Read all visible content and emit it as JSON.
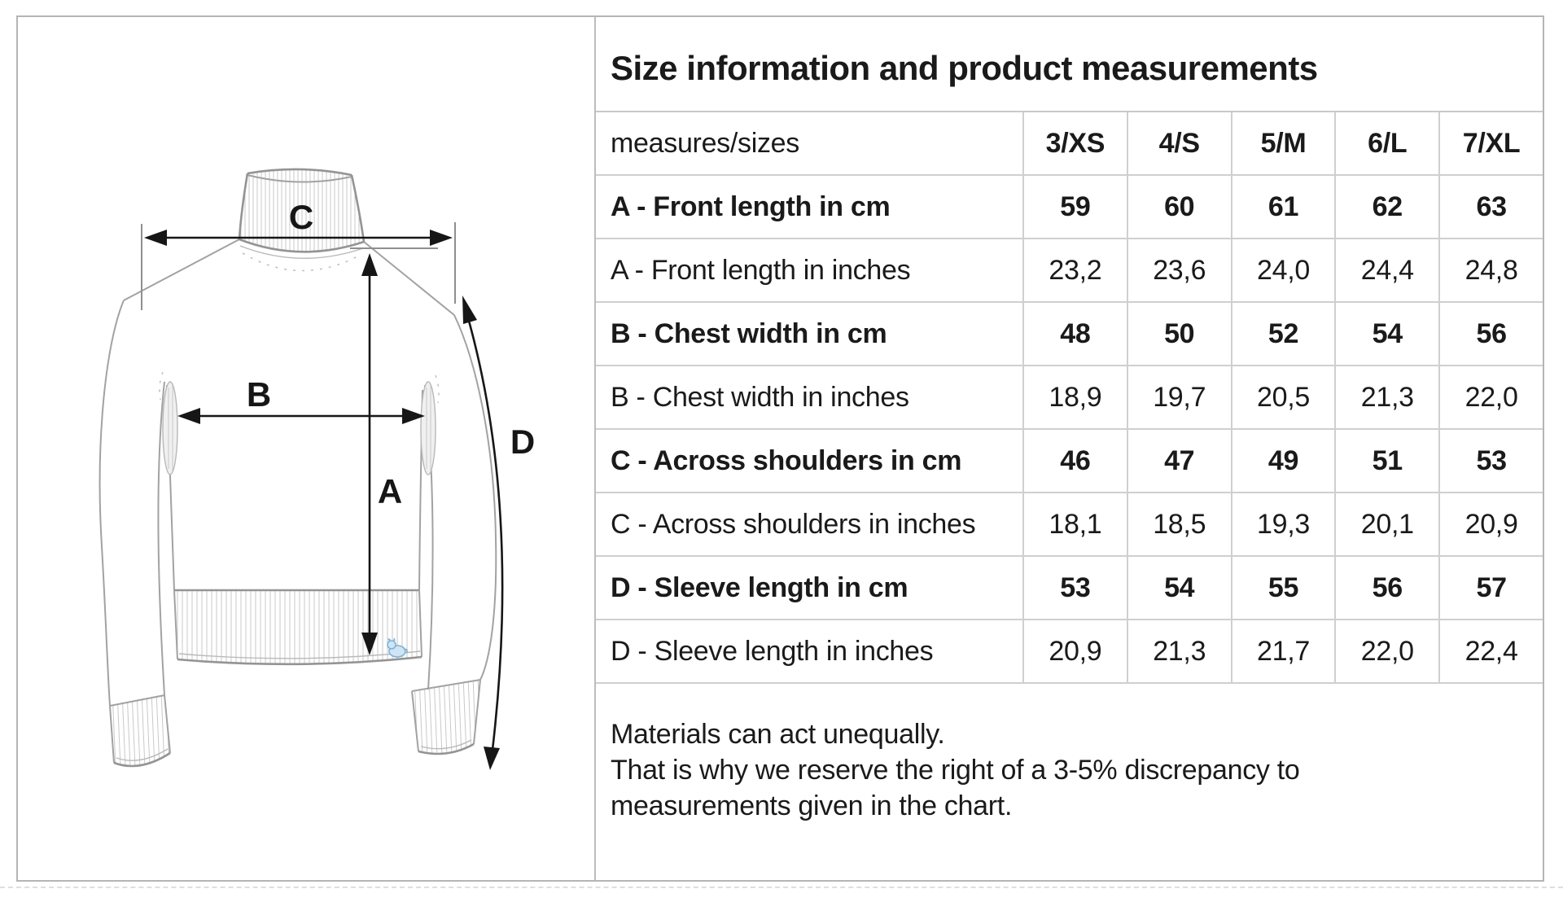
{
  "colors": {
    "outer_border": "#b5b5b5",
    "grid_line": "#cfcfcf",
    "text": "#1a1a1a",
    "drawing_outline": "#a2a2a2",
    "arrow": "#161616",
    "logo_blue": "#7fb2d6"
  },
  "title": "Size information and product measurements",
  "table": {
    "header": {
      "label": "measures/sizes",
      "sizes": [
        "3/XS",
        "4/S",
        "5/M",
        "6/L",
        "7/XL"
      ]
    },
    "rows": [
      {
        "label": "A - Front length in cm",
        "bold": true,
        "values": [
          "59",
          "60",
          "61",
          "62",
          "63"
        ]
      },
      {
        "label": "A - Front length in inches",
        "bold": false,
        "values": [
          "23,2",
          "23,6",
          "24,0",
          "24,4",
          "24,8"
        ]
      },
      {
        "label": "B - Chest width in cm",
        "bold": true,
        "values": [
          "48",
          "50",
          "52",
          "54",
          "56"
        ]
      },
      {
        "label": "B - Chest width in inches",
        "bold": false,
        "values": [
          "18,9",
          "19,7",
          "20,5",
          "21,3",
          "22,0"
        ]
      },
      {
        "label": "C - Across shoulders in cm",
        "bold": true,
        "values": [
          "46",
          "47",
          "49",
          "51",
          "53"
        ]
      },
      {
        "label": "C - Across shoulders in inches",
        "bold": false,
        "values": [
          "18,1",
          "18,5",
          "19,3",
          "20,1",
          "20,9"
        ]
      },
      {
        "label": "D - Sleeve length in cm",
        "bold": true,
        "values": [
          "53",
          "54",
          "55",
          "56",
          "57"
        ]
      },
      {
        "label": "D - Sleeve length in inches",
        "bold": false,
        "values": [
          "20,9",
          "21,3",
          "21,7",
          "22,0",
          "22,4"
        ]
      }
    ]
  },
  "footer": {
    "line1": "Materials can act unequally.",
    "line2": "That is why we reserve the right of a 3-5% discrepancy to",
    "line3": "measurements given in the chart."
  },
  "diagram": {
    "labels": {
      "a": "A",
      "b": "B",
      "c": "C",
      "d": "D"
    }
  }
}
